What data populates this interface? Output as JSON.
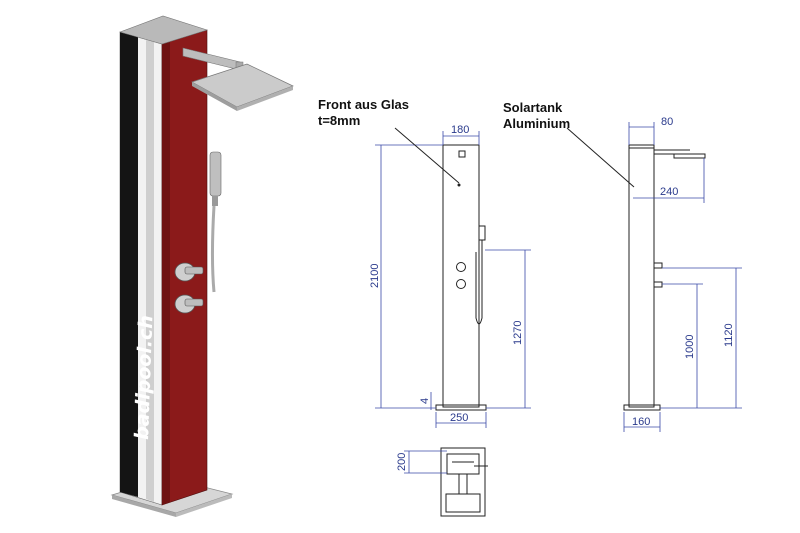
{
  "product": {
    "brand": "badipool.ch",
    "colors": {
      "front": "#8b1a1a",
      "black_stripe": "#111111",
      "steel": "#c8c8c8"
    }
  },
  "labels": {
    "front_line1": "Front aus Glas",
    "front_line2": "t=8mm",
    "tank_line1": "Solartank",
    "tank_line2": "Aluminium"
  },
  "dimensions": {
    "front_width": "180",
    "total_height": "2100",
    "handle_height": "1270",
    "base_gap": "4",
    "base_width": "250",
    "base_depth": "200",
    "side_top": "80",
    "side_arm": "240",
    "side_upper_valve": "1120",
    "side_lower_valve": "1000",
    "side_base": "160"
  }
}
